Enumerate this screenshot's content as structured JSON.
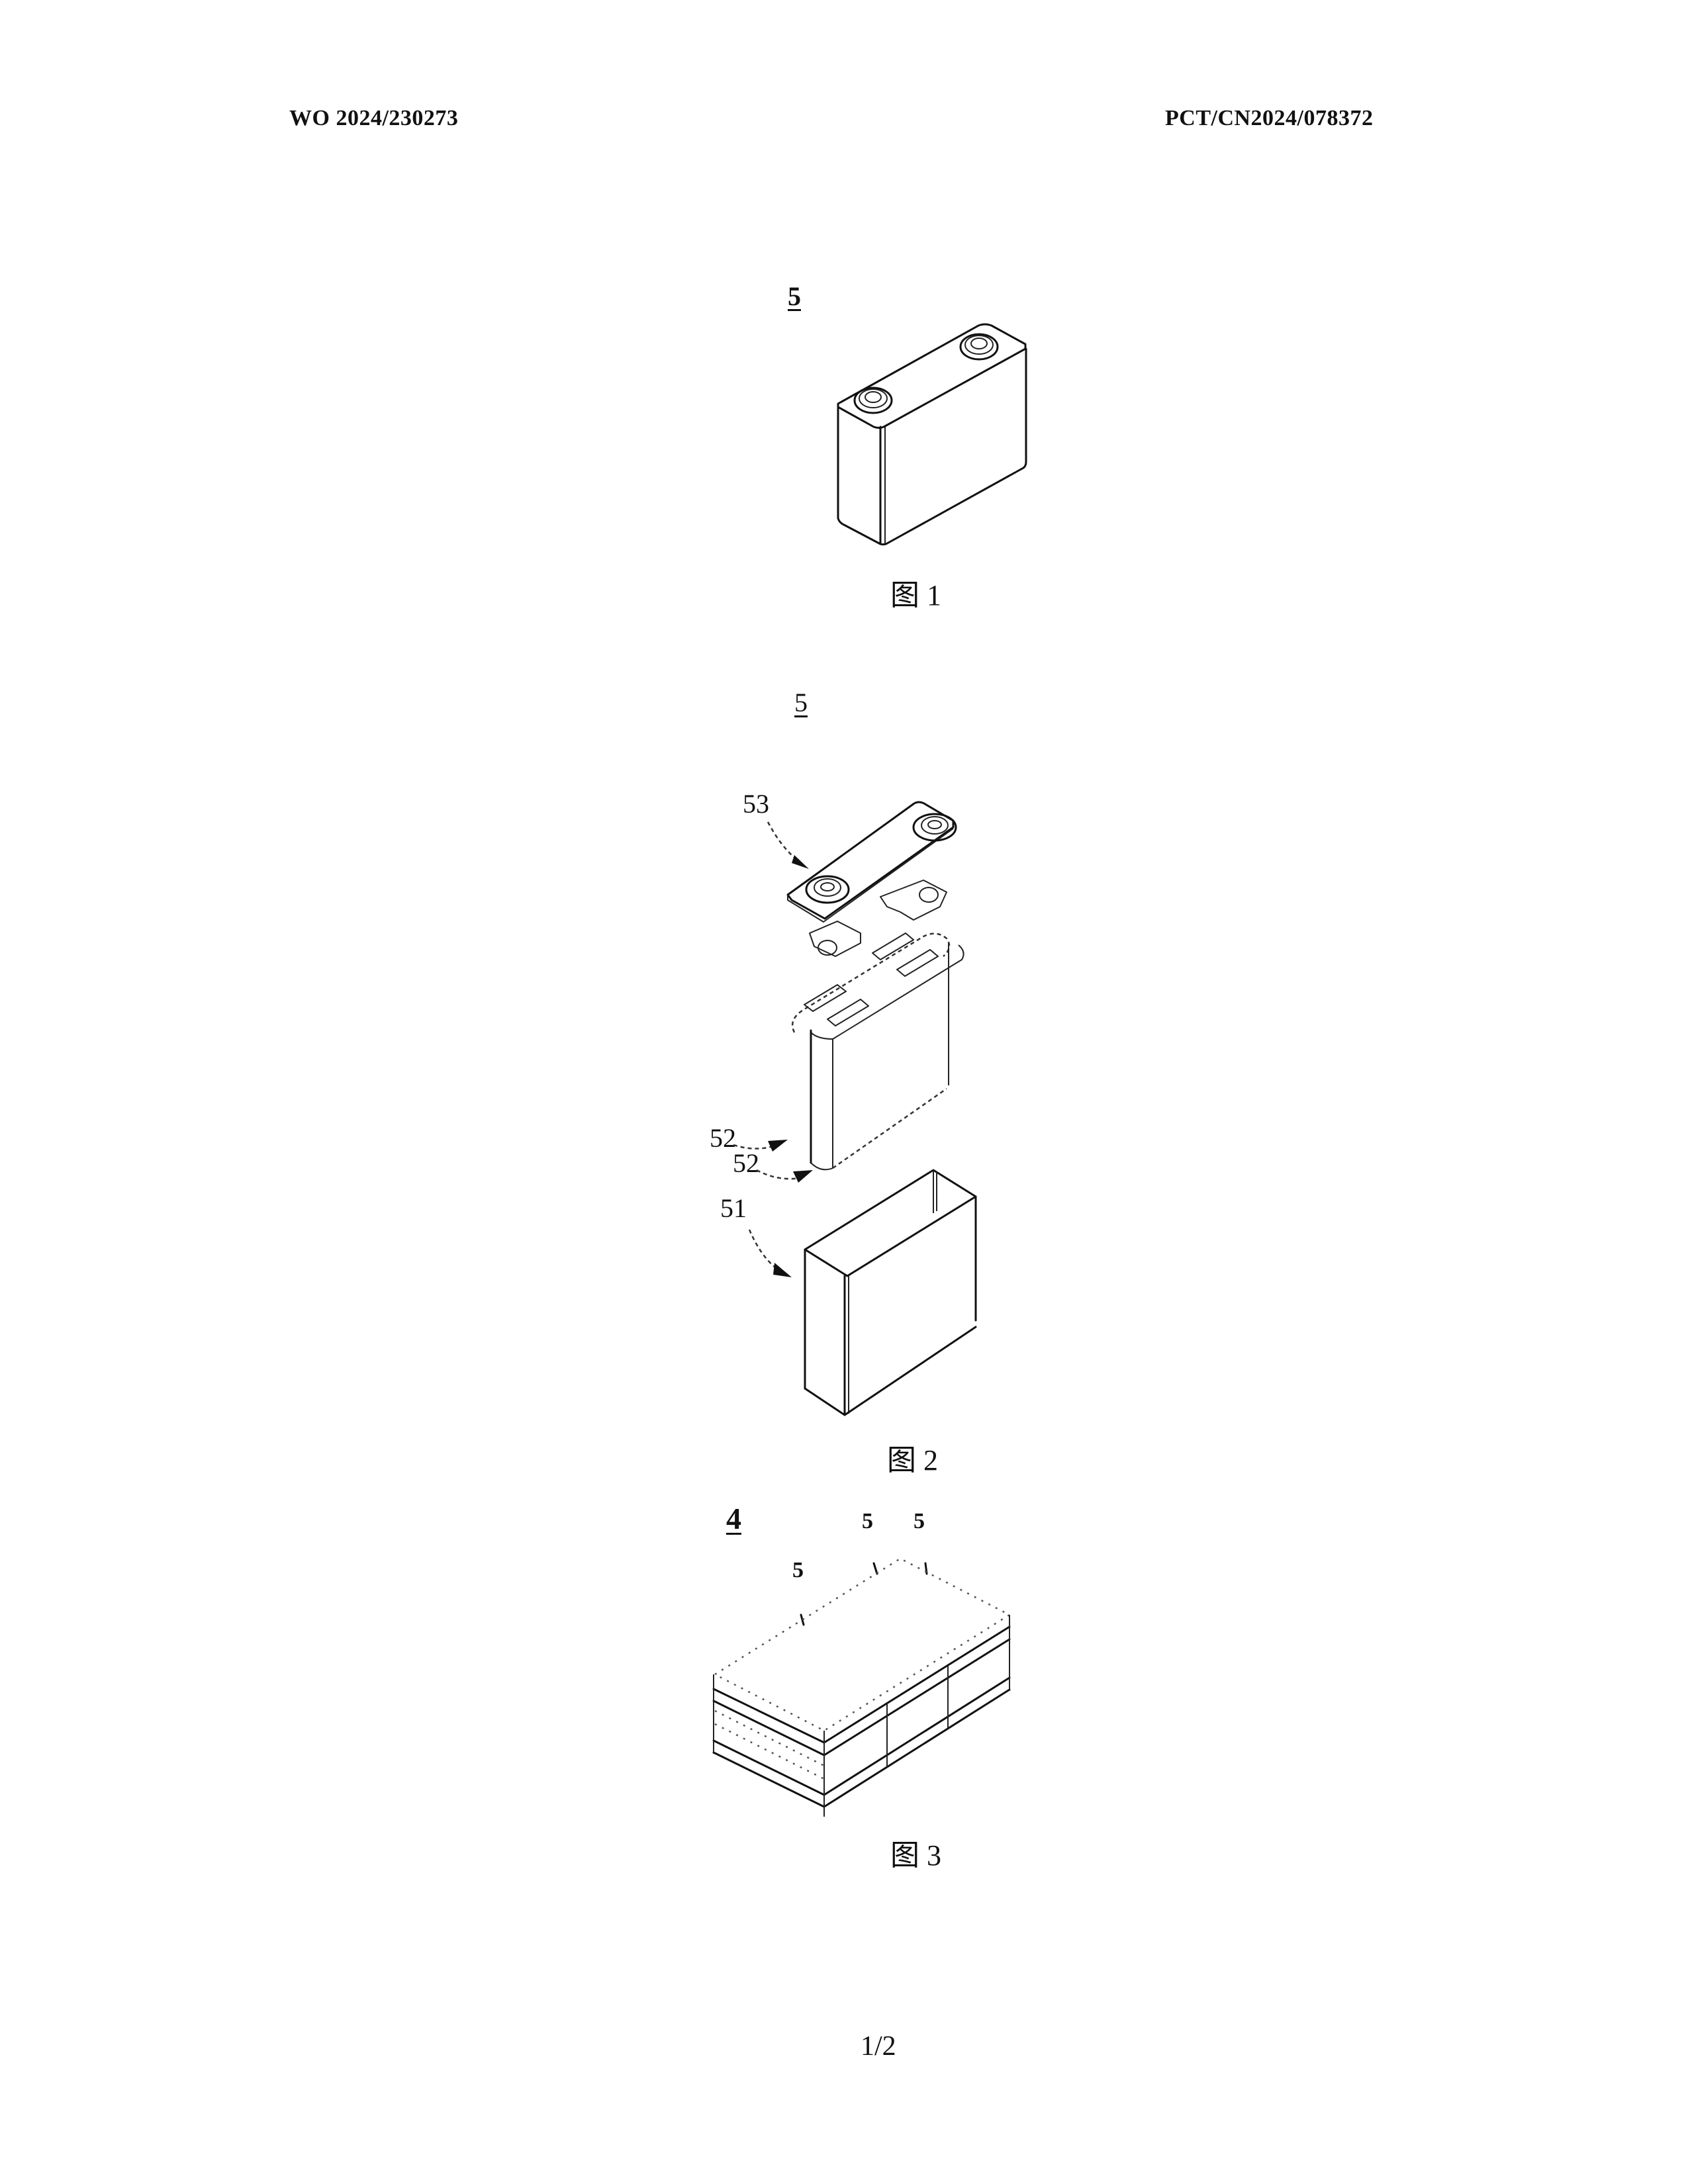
{
  "header": {
    "publication_number": "WO 2024/230273",
    "application_number": "PCT/CN2024/078372"
  },
  "figures": [
    {
      "caption": "图 1",
      "reference_label": "5",
      "description": "battery cell, isometric view"
    },
    {
      "caption": "图 2",
      "reference_label": "5",
      "callouts": [
        {
          "label": "53",
          "part": "end cap assembly"
        },
        {
          "label": "52",
          "part": "electrode assembly"
        },
        {
          "label": "52",
          "part": "electrode assembly"
        },
        {
          "label": "51",
          "part": "housing"
        }
      ],
      "description": "battery cell, exploded view"
    },
    {
      "caption": "图 3",
      "reference_label": "4",
      "callouts": [
        {
          "label": "5"
        },
        {
          "label": "5"
        },
        {
          "label": "5"
        }
      ],
      "description": "battery module, stacked cells"
    }
  ],
  "footer": {
    "page_number": "1/2"
  }
}
